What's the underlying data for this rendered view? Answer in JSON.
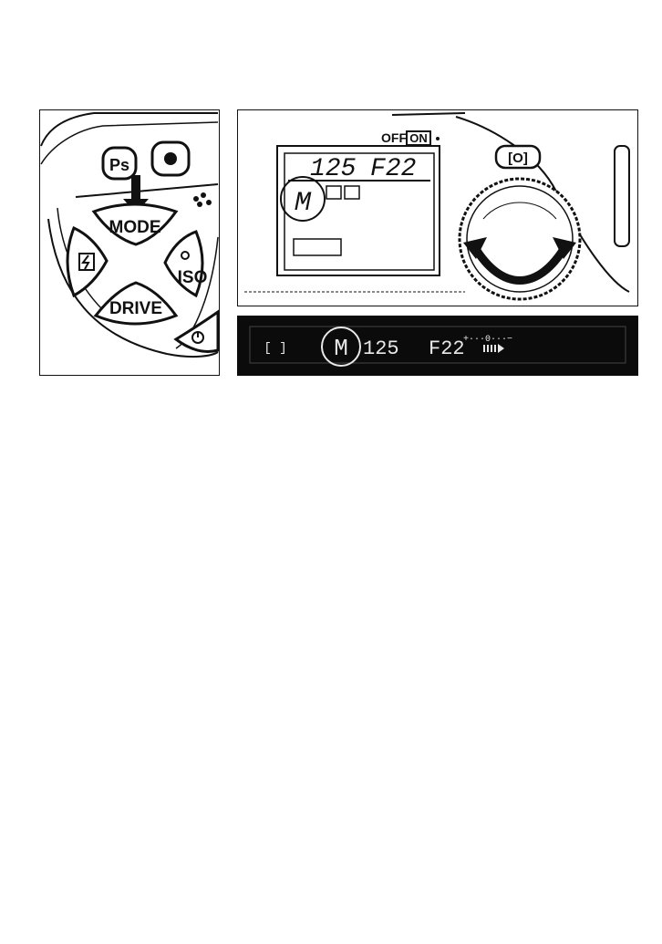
{
  "control_panel": {
    "ps_button": "Ps",
    "mode_button": "MODE",
    "iso_button": "ISO",
    "drive_button": "DRIVE"
  },
  "top_lcd": {
    "switch_off": "OFF",
    "switch_on": "ON",
    "shutter_speed": "125",
    "aperture": "F22",
    "exposure_mode": "M",
    "metering_symbol": "[O]"
  },
  "viewfinder": {
    "metering_symbol": "[ ]",
    "exposure_mode": "M",
    "shutter_speed": "125",
    "aperture": "F22",
    "scale_top": "+···0···−"
  }
}
